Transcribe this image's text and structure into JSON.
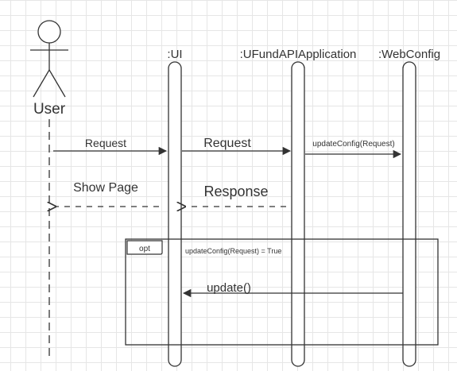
{
  "actor": {
    "label": "User"
  },
  "lifelines": [
    {
      "label": ":UI"
    },
    {
      "label": ":UFundAPIApplication"
    },
    {
      "label": ":WebConfig"
    }
  ],
  "messages": {
    "user_to_ui": "Request",
    "ui_to_app": "Request",
    "app_to_webconfig": "updateConfig(Request)",
    "ui_to_user": "Show Page",
    "app_to_ui": "Response",
    "webconfig_to_ui": "update()"
  },
  "fragment": {
    "operator": "opt",
    "guard": "updateConfig(Request) = True"
  },
  "colors": {
    "line": "#333333",
    "grid": "#e6e6e6"
  }
}
